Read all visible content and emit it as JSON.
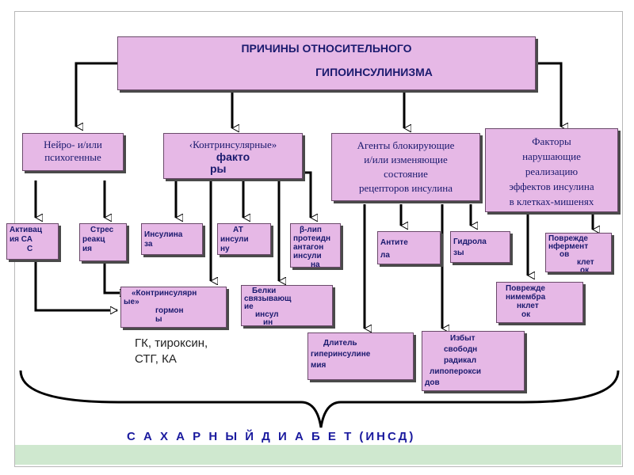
{
  "title": {
    "line1": "ПРИЧИНЫ  ОТНОСИТЕЛЬНОГО",
    "line2": "ГИПОИНСУЛИНИЗМА"
  },
  "categories": {
    "neuro": [
      "Нейро- и/или",
      "психогенные"
    ],
    "contra": [
      "‹Контринсулярные»",
      "факто",
      "ры"
    ],
    "agents": [
      "Агенты блокирующие",
      "и/или изменяющие",
      "состояние",
      "рецепторов инсулина"
    ],
    "factors": [
      "Факторы",
      "нарушающие",
      "реализацию",
      "эффектов инсулина",
      "в клетках-мишенях"
    ]
  },
  "effects": {
    "activ": [
      "Активац",
      "ия СА",
      "С"
    ],
    "stress": [
      "Стрес",
      "реакц",
      "ия"
    ],
    "insulinase": [
      "Инсулина",
      "за"
    ],
    "at": [
      "АТ",
      "инсули",
      "ну"
    ],
    "beta": [
      "β-лип",
      "протеидн",
      "антагон",
      "инсули",
      "на"
    ],
    "antitela": [
      "Антите",
      "ла"
    ],
    "gidrolazy": [
      "Гидрола",
      "зы"
    ],
    "ferment": [
      "Поврежде",
      "нфермент",
      "ов",
      "клет",
      "ок"
    ],
    "hormones": [
      "«Контринсулярн",
      "ые»",
      "гормон",
      "ы"
    ],
    "proteins": [
      "Белки",
      "связывающ",
      "ие",
      "инсул",
      "ин"
    ],
    "membr": [
      "Поврежде",
      "нимембра",
      "нклет",
      "ок"
    ],
    "hyperins": [
      "Длитель",
      "гиперинсулине",
      "мия"
    ],
    "radicals": [
      "Избыт",
      "свободн",
      "радикал",
      "липоперокси",
      "дов"
    ]
  },
  "note": [
    "ГК, тироксин,",
    "СТГ, КА"
  ],
  "footer": "С А Х А Р Н Ы Й   Д И А Б Е Т (ИНСД)"
}
